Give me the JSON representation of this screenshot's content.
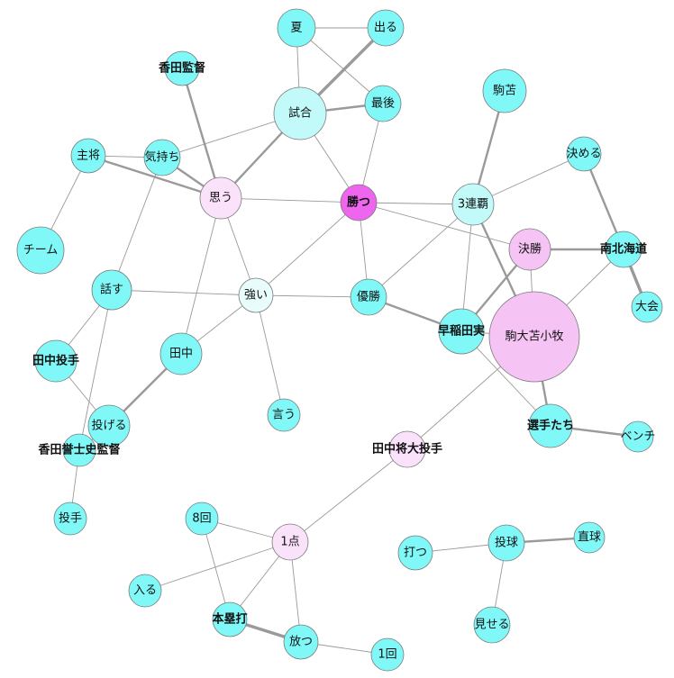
{
  "colors": {
    "cyan": "#80f8f8",
    "light_cyan": "#c2fafa",
    "pale_cyan": "#e8fcfc",
    "pink": "#f5c4f5",
    "pale_pink": "#fbe2fb",
    "magenta": "#ee66ee",
    "node_stroke": "#7a7a7a",
    "edge": "#9a9a9a"
  },
  "nodes": [
    {
      "id": "natsu",
      "label": "夏",
      "color": "cyan"
    },
    {
      "id": "deru",
      "label": "出る",
      "color": "cyan"
    },
    {
      "id": "kagawa_kantoku",
      "label": "香田監督",
      "color": "cyan"
    },
    {
      "id": "shiai",
      "label": "試合",
      "color": "light_cyan"
    },
    {
      "id": "saigo",
      "label": "最後",
      "color": "cyan"
    },
    {
      "id": "komatoma",
      "label": "駒苫",
      "color": "cyan"
    },
    {
      "id": "shusho",
      "label": "主将",
      "color": "cyan"
    },
    {
      "id": "kimochi",
      "label": "気持ち",
      "color": "cyan"
    },
    {
      "id": "kimeru",
      "label": "決める",
      "color": "cyan"
    },
    {
      "id": "omou",
      "label": "思う",
      "color": "pale_pink"
    },
    {
      "id": "katsu",
      "label": "勝つ",
      "color": "magenta"
    },
    {
      "id": "sanrenpa",
      "label": "3連覇",
      "color": "light_cyan"
    },
    {
      "id": "team",
      "label": "チーム",
      "color": "cyan"
    },
    {
      "id": "kessho",
      "label": "決勝",
      "color": "pink"
    },
    {
      "id": "minami_hokkaido",
      "label": "南北海道",
      "color": "cyan"
    },
    {
      "id": "hanasu",
      "label": "話す",
      "color": "cyan"
    },
    {
      "id": "tsuyoi",
      "label": "強い",
      "color": "pale_cyan"
    },
    {
      "id": "yusho",
      "label": "優勝",
      "color": "cyan"
    },
    {
      "id": "taikai",
      "label": "大会",
      "color": "cyan"
    },
    {
      "id": "waseda",
      "label": "早稲田実",
      "color": "cyan"
    },
    {
      "id": "komadai",
      "label": "駒大苫小牧",
      "color": "pink"
    },
    {
      "id": "tanaka_toshu",
      "label": "田中投手",
      "color": "cyan"
    },
    {
      "id": "tanaka",
      "label": "田中",
      "color": "cyan"
    },
    {
      "id": "iu",
      "label": "言う",
      "color": "cyan"
    },
    {
      "id": "nageru",
      "label": "投げる",
      "color": "cyan"
    },
    {
      "id": "senshutachi",
      "label": "選手たち",
      "color": "cyan"
    },
    {
      "id": "bench",
      "label": "ベンチ",
      "color": "cyan"
    },
    {
      "id": "kagawa_yoshifumi",
      "label": "香田誉士史監督",
      "color": "cyan"
    },
    {
      "id": "tanaka_masahiro",
      "label": "田中将大投手",
      "color": "pale_pink"
    },
    {
      "id": "toshu",
      "label": "投手",
      "color": "cyan"
    },
    {
      "id": "hachikai",
      "label": "8回",
      "color": "cyan"
    },
    {
      "id": "itten",
      "label": "1点",
      "color": "pale_pink"
    },
    {
      "id": "tokyu",
      "label": "投球",
      "color": "cyan"
    },
    {
      "id": "chokkyu",
      "label": "直球",
      "color": "cyan"
    },
    {
      "id": "utsu",
      "label": "打つ",
      "color": "cyan"
    },
    {
      "id": "hairu",
      "label": "入る",
      "color": "cyan"
    },
    {
      "id": "honruida",
      "label": "本塁打",
      "color": "cyan"
    },
    {
      "id": "miseru",
      "label": "見せる",
      "color": "cyan"
    },
    {
      "id": "hanatsu",
      "label": "放つ",
      "color": "cyan"
    },
    {
      "id": "ikkai",
      "label": "1回",
      "color": "cyan"
    }
  ],
  "edges": [
    {
      "source": "natsu",
      "target": "deru",
      "weight": 1
    },
    {
      "source": "natsu",
      "target": "shiai",
      "weight": 1
    },
    {
      "source": "natsu",
      "target": "saigo",
      "weight": 1
    },
    {
      "source": "deru",
      "target": "shiai",
      "weight": 3
    },
    {
      "source": "shiai",
      "target": "saigo",
      "weight": 2
    },
    {
      "source": "shiai",
      "target": "omou",
      "weight": 2
    },
    {
      "source": "shiai",
      "target": "kimochi",
      "weight": 1
    },
    {
      "source": "shiai",
      "target": "katsu",
      "weight": 1
    },
    {
      "source": "saigo",
      "target": "katsu",
      "weight": 1
    },
    {
      "source": "kagawa_kantoku",
      "target": "omou",
      "weight": 2
    },
    {
      "source": "shusho",
      "target": "kimochi",
      "weight": 1
    },
    {
      "source": "shusho",
      "target": "omou",
      "weight": 2
    },
    {
      "source": "shusho",
      "target": "team",
      "weight": 1
    },
    {
      "source": "kimochi",
      "target": "omou",
      "weight": 2
    },
    {
      "source": "kimochi",
      "target": "hanasu",
      "weight": 1
    },
    {
      "source": "omou",
      "target": "katsu",
      "weight": 1
    },
    {
      "source": "omou",
      "target": "tsuyoi",
      "weight": 1
    },
    {
      "source": "omou",
      "target": "tanaka",
      "weight": 1
    },
    {
      "source": "katsu",
      "target": "sanrenpa",
      "weight": 1
    },
    {
      "source": "katsu",
      "target": "kessho",
      "weight": 1
    },
    {
      "source": "katsu",
      "target": "yusho",
      "weight": 1
    },
    {
      "source": "katsu",
      "target": "tsuyoi",
      "weight": 1
    },
    {
      "source": "komatoma",
      "target": "sanrenpa",
      "weight": 2
    },
    {
      "source": "sanrenpa",
      "target": "kimeru",
      "weight": 1
    },
    {
      "source": "sanrenpa",
      "target": "yusho",
      "weight": 1
    },
    {
      "source": "sanrenpa",
      "target": "waseda",
      "weight": 1
    },
    {
      "source": "sanrenpa",
      "target": "komadai",
      "weight": 2
    },
    {
      "source": "kimeru",
      "target": "minami_hokkaido",
      "weight": 2
    },
    {
      "source": "kessho",
      "target": "minami_hokkaido",
      "weight": 2
    },
    {
      "source": "kessho",
      "target": "waseda",
      "weight": 2
    },
    {
      "source": "kessho",
      "target": "komadai",
      "weight": 1
    },
    {
      "source": "minami_hokkaido",
      "target": "taikai",
      "weight": 3
    },
    {
      "source": "minami_hokkaido",
      "target": "komadai",
      "weight": 1
    },
    {
      "source": "hanasu",
      "target": "tsuyoi",
      "weight": 1
    },
    {
      "source": "hanasu",
      "target": "tanaka_toshu",
      "weight": 1
    },
    {
      "source": "hanasu",
      "target": "kagawa_yoshifumi",
      "weight": 1
    },
    {
      "source": "tsuyoi",
      "target": "yusho",
      "weight": 1
    },
    {
      "source": "tsuyoi",
      "target": "tanaka",
      "weight": 1
    },
    {
      "source": "tsuyoi",
      "target": "iu",
      "weight": 1
    },
    {
      "source": "yusho",
      "target": "waseda",
      "weight": 2
    },
    {
      "source": "waseda",
      "target": "komadai",
      "weight": 1
    },
    {
      "source": "waseda",
      "target": "senshutachi",
      "weight": 1
    },
    {
      "source": "komadai",
      "target": "senshutachi",
      "weight": 2
    },
    {
      "source": "komadai",
      "target": "tanaka_masahiro",
      "weight": 1
    },
    {
      "source": "senshutachi",
      "target": "bench",
      "weight": 2
    },
    {
      "source": "tanaka_toshu",
      "target": "nageru",
      "weight": 1
    },
    {
      "source": "tanaka",
      "target": "nageru",
      "weight": 2
    },
    {
      "source": "tanaka",
      "target": "nageru",
      "weight": 0
    },
    {
      "source": "omou",
      "target": "tanaka",
      "weight": 0
    },
    {
      "source": "nageru",
      "target": "kagawa_yoshifumi",
      "weight": 1
    },
    {
      "source": "kagawa_yoshifumi",
      "target": "toshu",
      "weight": 1
    },
    {
      "source": "tanaka_masahiro",
      "target": "itten",
      "weight": 1
    },
    {
      "source": "hachikai",
      "target": "itten",
      "weight": 1
    },
    {
      "source": "hachikai",
      "target": "honruida",
      "weight": 1
    },
    {
      "source": "itten",
      "target": "hairu",
      "weight": 1
    },
    {
      "source": "itten",
      "target": "honruida",
      "weight": 1
    },
    {
      "source": "itten",
      "target": "hanatsu",
      "weight": 1
    },
    {
      "source": "honruida",
      "target": "hanatsu",
      "weight": 3
    },
    {
      "source": "hanatsu",
      "target": "ikkai",
      "weight": 1
    },
    {
      "source": "utsu",
      "target": "tokyu",
      "weight": 1
    },
    {
      "source": "tokyu",
      "target": "chokkyu",
      "weight": 2
    },
    {
      "source": "tokyu",
      "target": "miseru",
      "weight": 1
    }
  ]
}
